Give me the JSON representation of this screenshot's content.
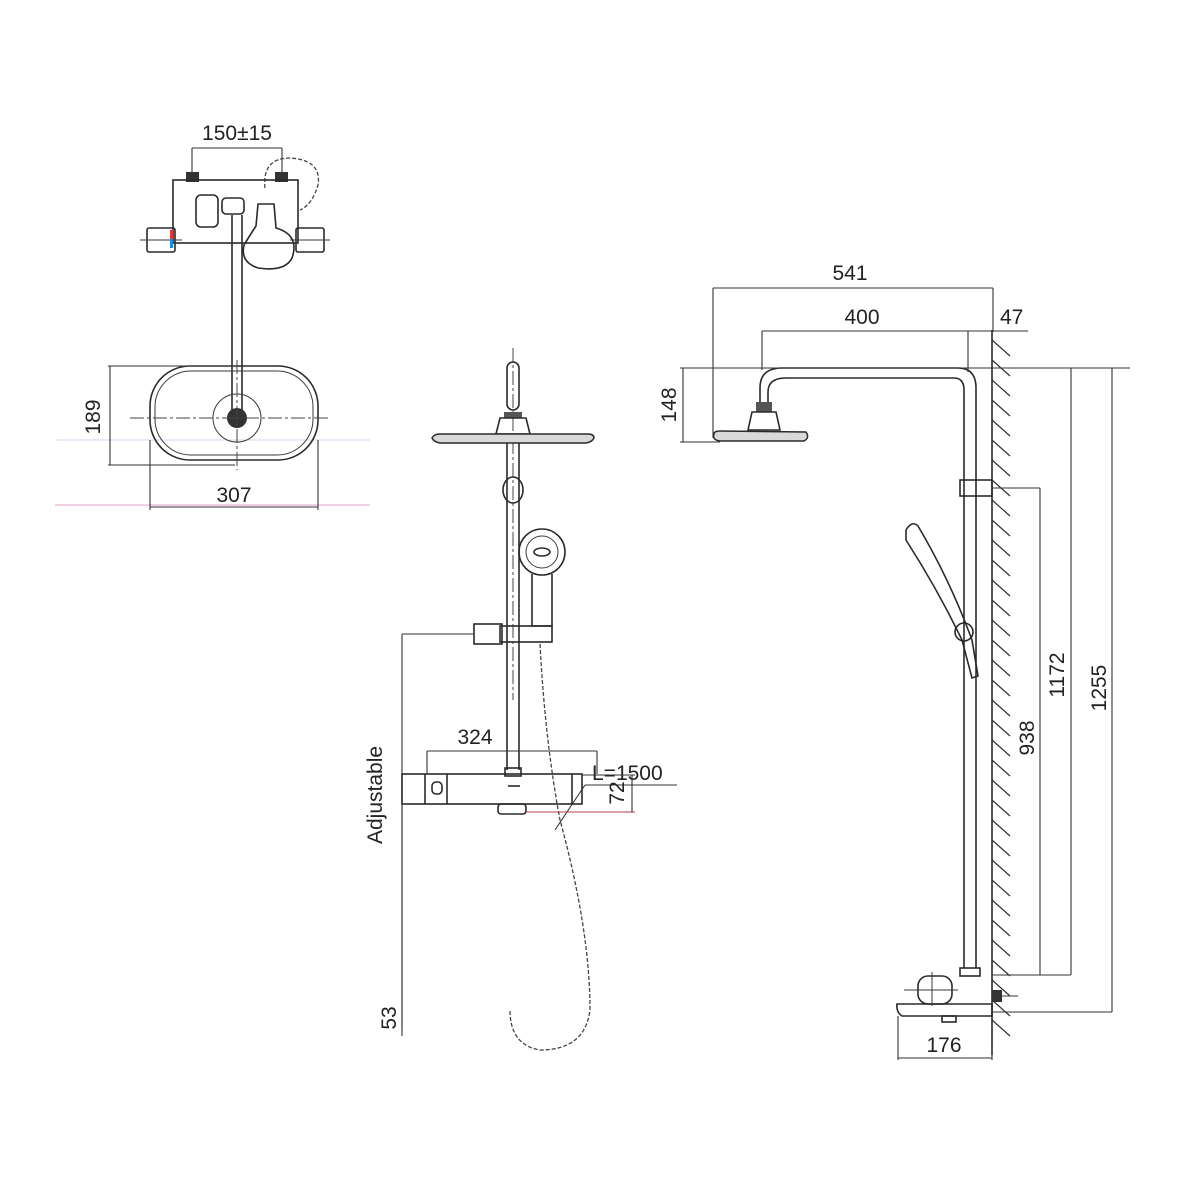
{
  "title": "Thermostatic shower column — dimension drawing",
  "views": {
    "top": {
      "dimensions": {
        "inlet_spacing": "150±15",
        "head_depth": "189",
        "head_width": "307"
      }
    },
    "front": {
      "dimensions": {
        "adjustable_label": "Adjustable",
        "hose_length": "L=1500",
        "valve_width": "324",
        "valve_height": "72",
        "valve_offset": "53"
      }
    },
    "side": {
      "dimensions": {
        "arm_projection_total": "541",
        "arm_length": "400",
        "wall_offset": "47",
        "head_drop": "148",
        "slider_height": "1172",
        "hand_shower_height": "938",
        "overall_height": "1255",
        "valve_depth": "176"
      }
    }
  },
  "colors": {
    "line": "#2a2a2a",
    "hot_marker": "#e53935",
    "cold_marker": "#1e88e5",
    "guide_pink": "#e6a3c8",
    "guide_blue": "#c8d8ec"
  }
}
